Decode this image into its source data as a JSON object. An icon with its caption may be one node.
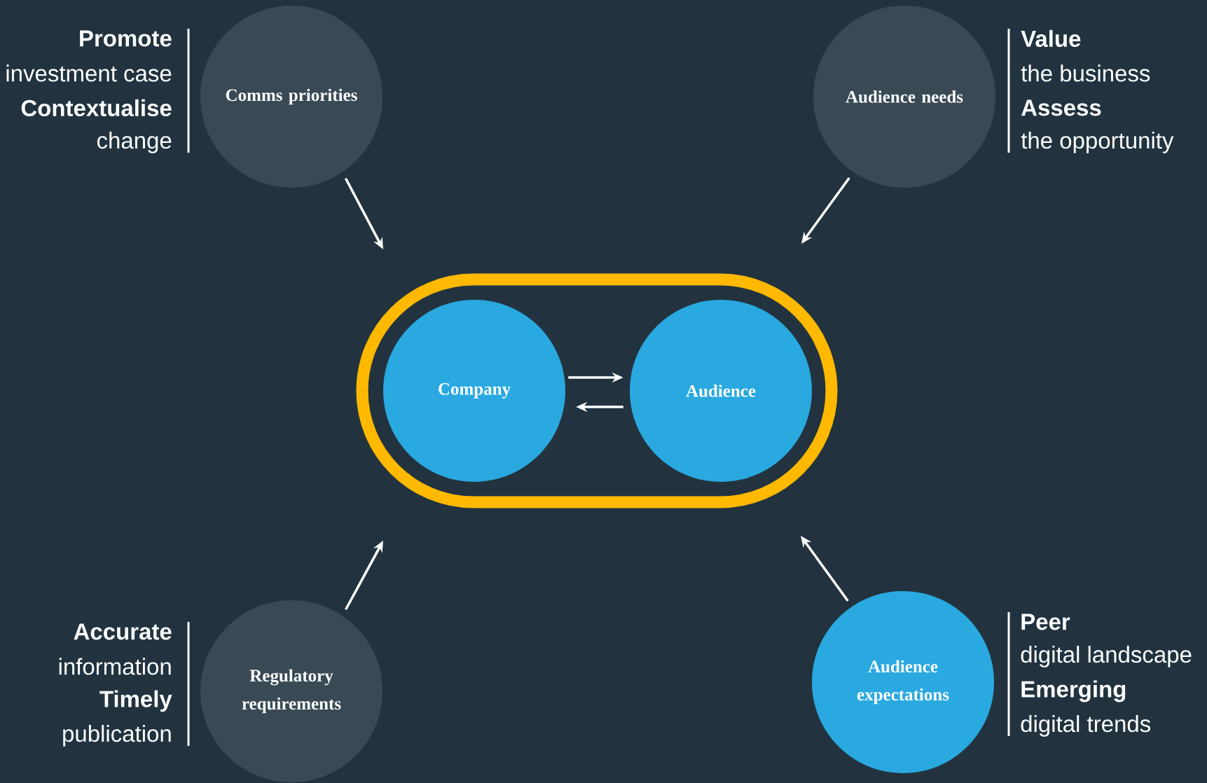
{
  "diagram": {
    "nodes": [
      {
        "text": [
          "Comms priorities"
        ],
        "beside": [
          "Promote",
          "investment case",
          "Contextualise",
          "change"
        ]
      },
      {
        "text": [
          "Audience needs"
        ],
        "beside": [
          "Value",
          "the business",
          "Assess",
          "the opportunity"
        ]
      },
      {
        "text": [],
        "shape": "capsule"
      },
      {
        "text": [
          "Company"
        ],
        "in": 2
      },
      {
        "text": [
          "Audience"
        ],
        "in": 2
      },
      {
        "text": [
          "Regulatory requirements"
        ],
        "beside": [
          "Accurate",
          "information",
          "Timely",
          "publication"
        ]
      },
      {
        "text": [
          "Audience expectations"
        ],
        "beside": [
          "Peer",
          "digital landscape",
          "Emerging",
          "digital trends"
        ]
      }
    ],
    "edges": [
      {
        "from": 0,
        "to": 2,
        "arrow": "to"
      },
      {
        "from": 1,
        "to": 2,
        "arrow": "to"
      },
      {
        "from": 5,
        "to": 2,
        "arrow": "to"
      },
      {
        "from": 6,
        "to": 2,
        "arrow": "to"
      },
      {
        "from": 3,
        "to": 4,
        "arrow": "to"
      },
      {
        "from": 4,
        "to": 3,
        "arrow": "to"
      }
    ]
  }
}
